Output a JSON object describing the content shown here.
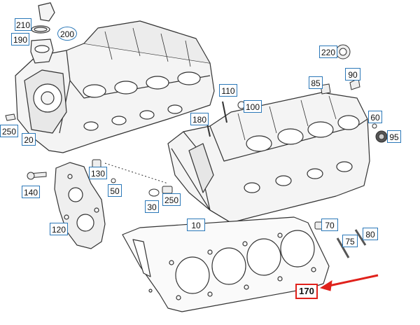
{
  "diagram": {
    "accent_color": "#2b78b8",
    "highlight_color": "#e0211b",
    "labels": {
      "p10": "10",
      "p20": "20",
      "p30": "30",
      "p50": "50",
      "p60": "60",
      "p70": "70",
      "p75": "75",
      "p80": "80",
      "p85": "85",
      "p90": "90",
      "p95": "95",
      "p100": "100",
      "p110": "110",
      "p120": "120",
      "p130": "130",
      "p140": "140",
      "p170": "170",
      "p180": "180",
      "p190": "190",
      "p200": "200",
      "p210": "210",
      "p220": "220",
      "p250a": "250",
      "p250b": "250"
    },
    "highlighted_part": "170",
    "arrow_icon": "red-arrow-pointer"
  }
}
